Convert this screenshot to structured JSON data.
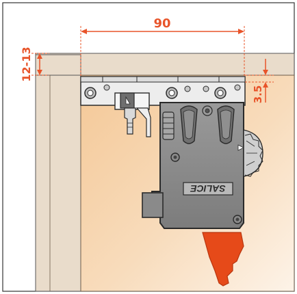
{
  "dimensions": {
    "width_label": "90",
    "height_label": "12-13",
    "offset_label": "3.5"
  },
  "product": {
    "logo_text": "SALICE"
  },
  "colors": {
    "dimension": "#e8542a",
    "cabinet_panel": "#e9dccb",
    "wood_face": "#f5cfa4",
    "mechanism_body": "#8c8c8c",
    "lever": "#e64a19",
    "outline": "#2a2a2a"
  }
}
